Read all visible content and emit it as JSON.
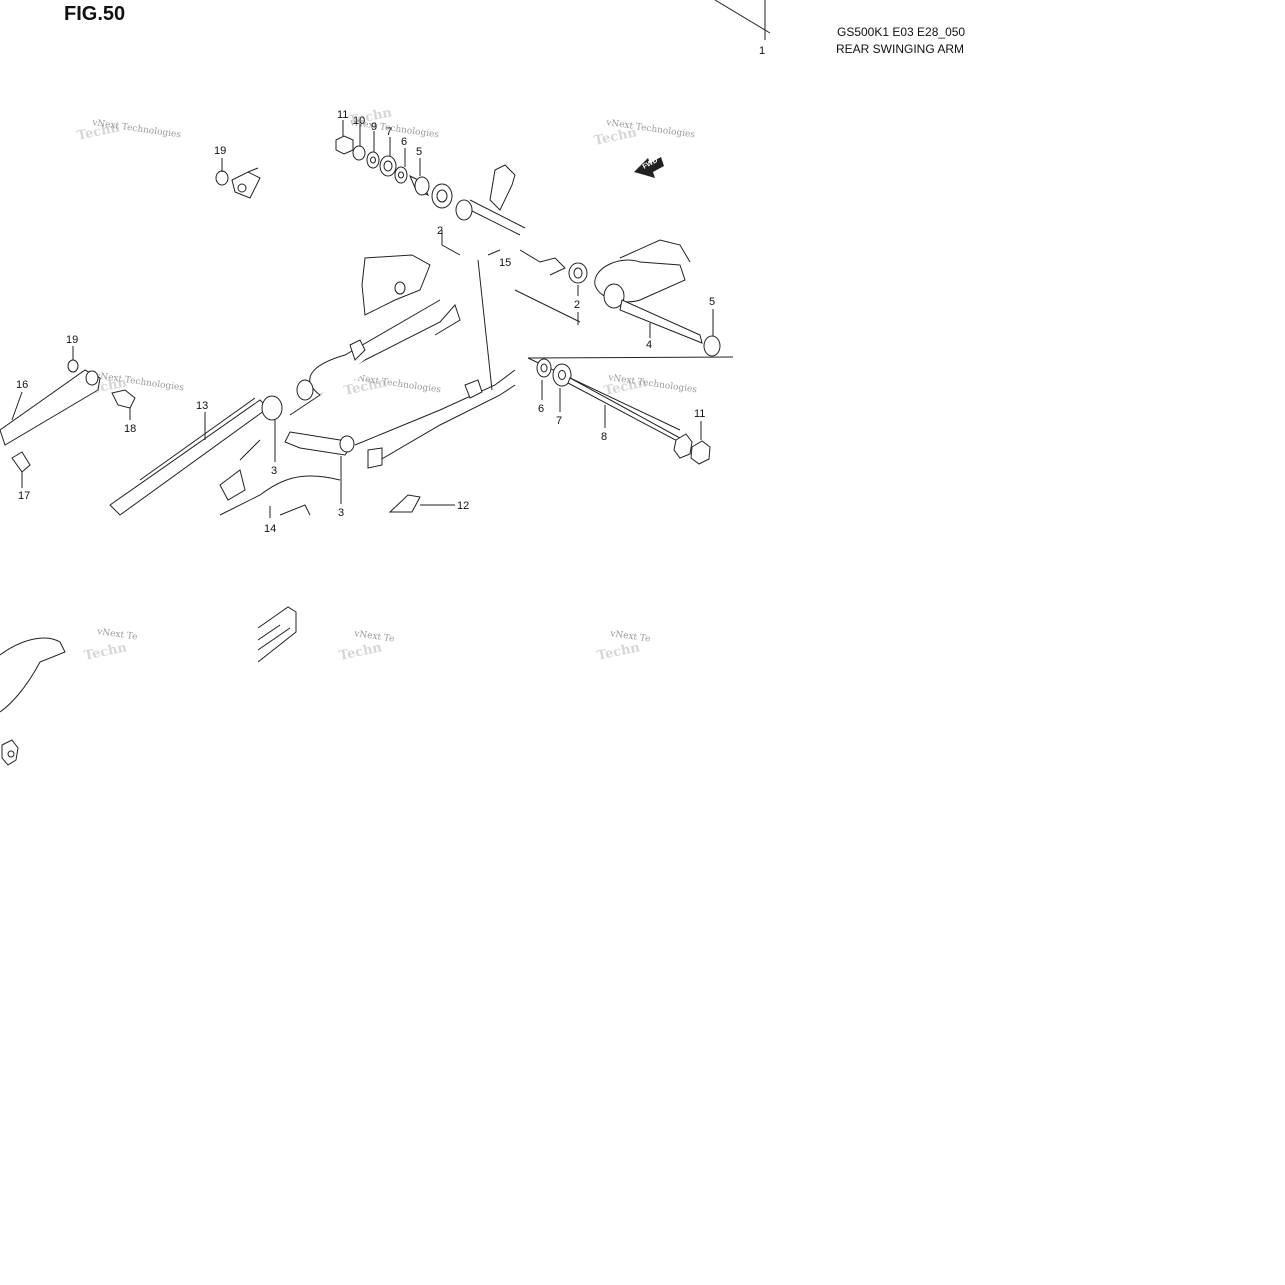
{
  "figure": {
    "title": "FIG.50",
    "code": "GS500K1 E03 E28_050",
    "name": "REAR SWINGING ARM",
    "fwd_label": "FWD"
  },
  "watermark_text": "vNext Technologies",
  "watermark_fragments": [
    "vNext Te",
    "Techn"
  ],
  "callouts": [
    "1",
    "2",
    "2",
    "3",
    "3",
    "4",
    "5",
    "5",
    "6",
    "6",
    "7",
    "7",
    "8",
    "9",
    "10",
    "11",
    "11",
    "12",
    "13",
    "14",
    "15",
    "16",
    "17",
    "18",
    "19",
    "19"
  ]
}
